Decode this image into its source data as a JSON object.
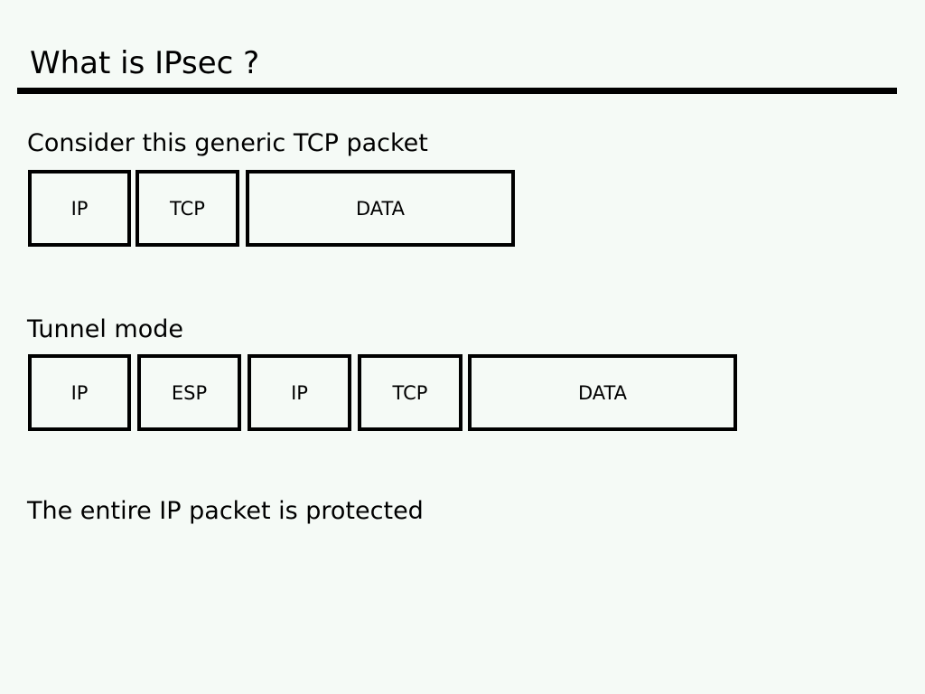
{
  "slide": {
    "title": "What is IPsec ?",
    "captions": {
      "generic": "Consider this generic TCP packet",
      "tunnel": "Tunnel mode",
      "footer": "The entire IP packet is protected"
    },
    "colors": {
      "background": "#F5FAF6",
      "text": "#000000",
      "rule": "#000000",
      "box_border": "#000000"
    },
    "rows": [
      {
        "id": "generic-tcp-packet",
        "boxes": [
          "IP",
          "TCP",
          "DATA"
        ]
      },
      {
        "id": "tunnel-mode-packet",
        "boxes": [
          "IP",
          "ESP",
          "IP",
          "TCP",
          "DATA"
        ]
      }
    ]
  }
}
